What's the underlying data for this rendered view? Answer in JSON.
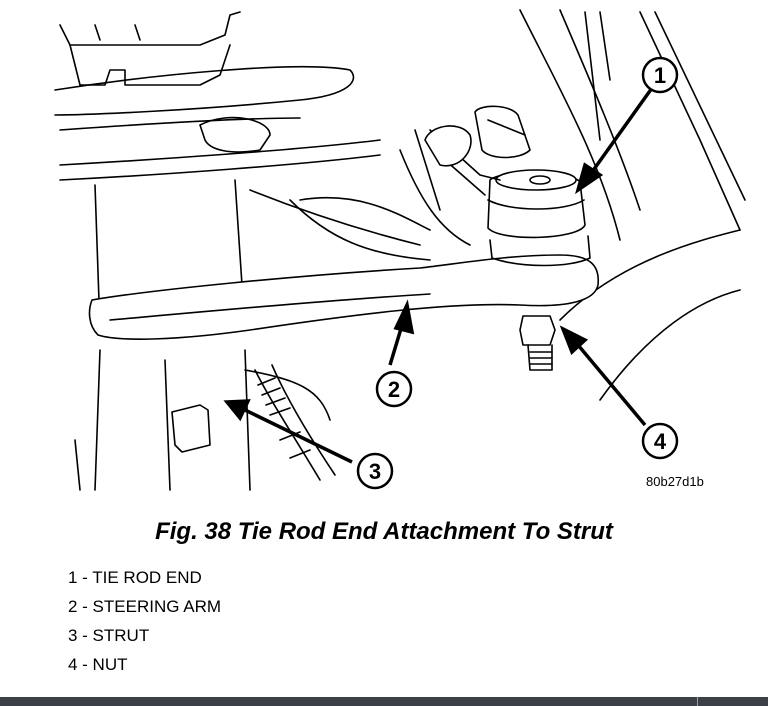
{
  "figure": {
    "caption": "Fig. 38 Tie Rod End Attachment To Strut",
    "code": "80b27d1b",
    "callouts": [
      "1",
      "2",
      "3",
      "4"
    ]
  },
  "legend": [
    "1 - TIE ROD END",
    "2 - STEERING ARM",
    "3 - STRUT",
    "4 - NUT"
  ]
}
